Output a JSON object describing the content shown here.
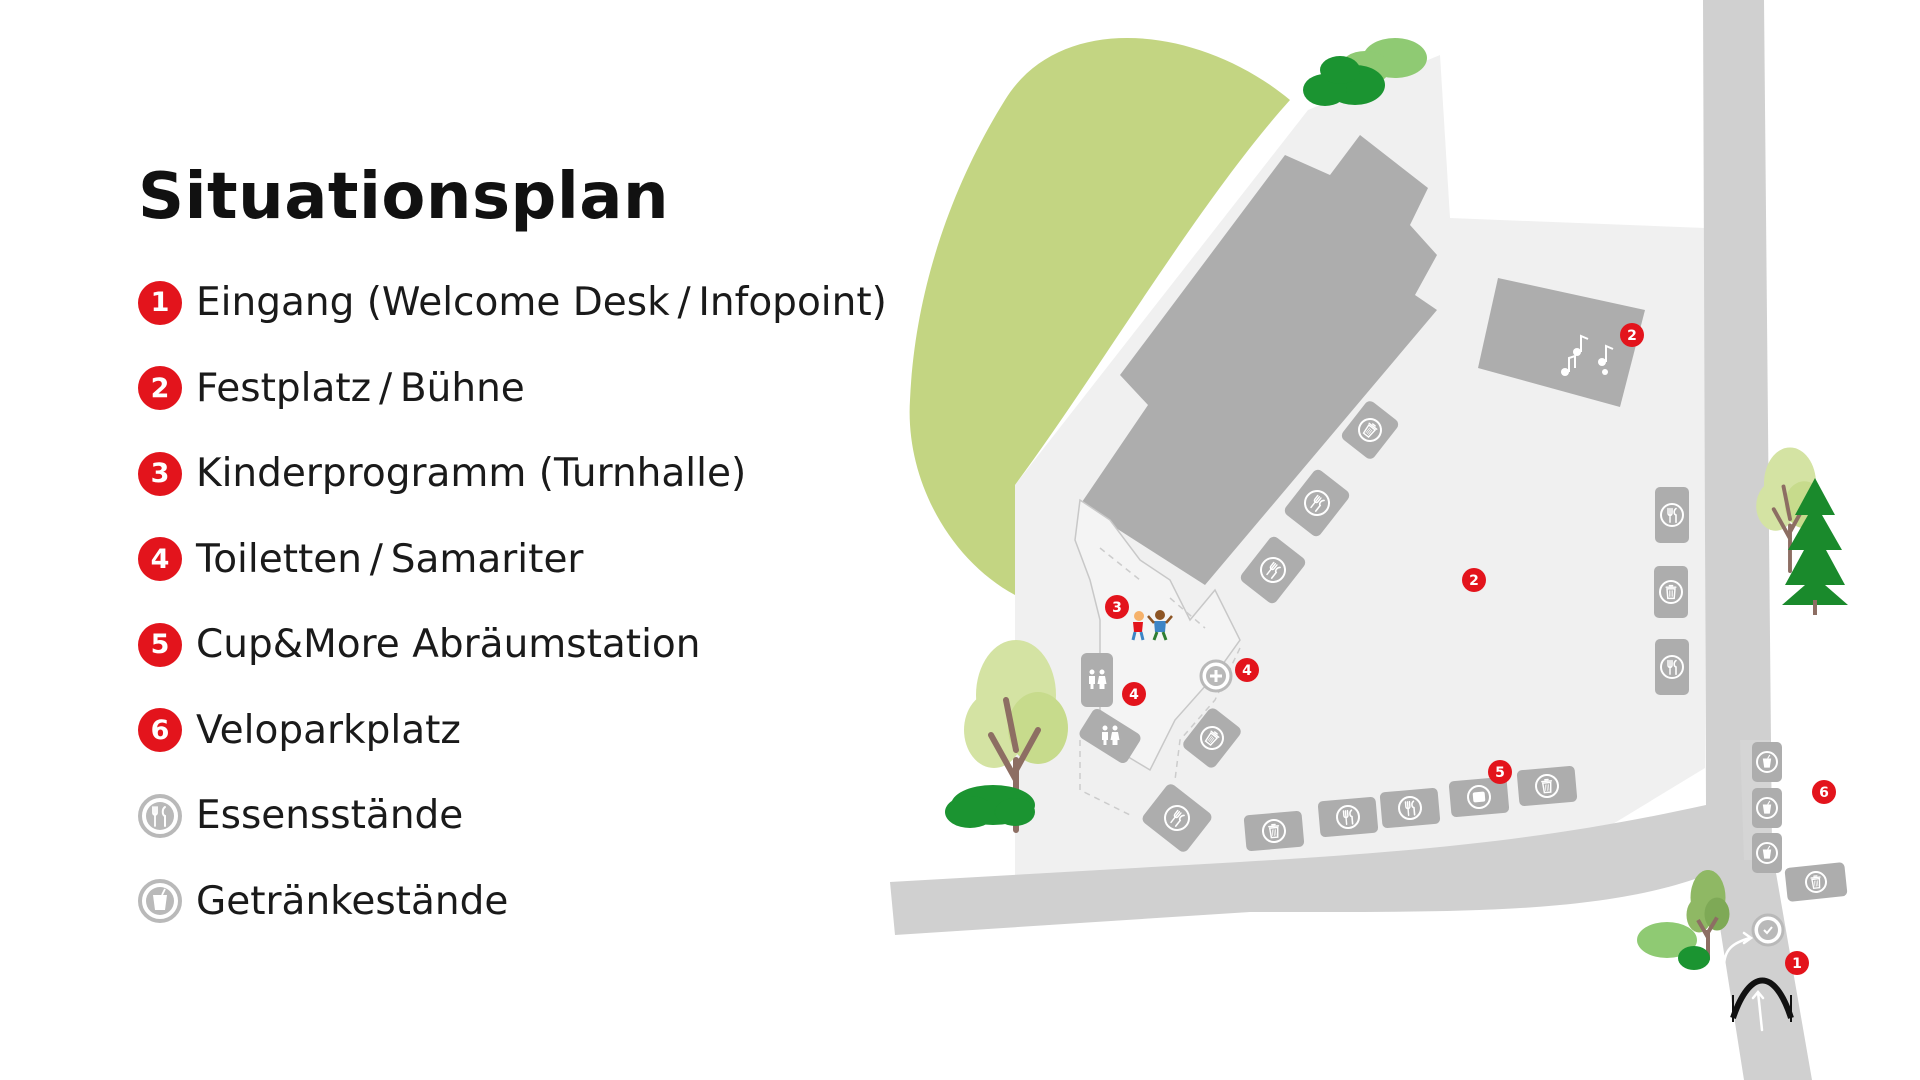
{
  "legend": {
    "title": "Situationsplan",
    "items": [
      {
        "marker": "1",
        "label": "Eingang (Welcome Desk / Infopoint)"
      },
      {
        "marker": "2",
        "label": "Festplatz / Bühne"
      },
      {
        "marker": "3",
        "label": "Kinderprogramm (Turnhalle)"
      },
      {
        "marker": "4",
        "label": "Toiletten / Samariter"
      },
      {
        "marker": "5",
        "label": "Cup&More Abräumstation"
      },
      {
        "marker": "6",
        "label": "Veloparkplatz"
      }
    ],
    "food_label": "Essensstände",
    "drink_label": "Getränkestände"
  },
  "map_markers": {
    "m1": "1",
    "m2a": "2",
    "m2b": "2",
    "m3": "3",
    "m4a": "4",
    "m4b": "4",
    "m5": "5",
    "m6": "6"
  },
  "colors": {
    "marker_red": "#e3141c",
    "building_gray": "#adadad",
    "ground_gray": "#f0f0f0",
    "road_gray": "#d0d0d0",
    "meadow_green": "#c3d582",
    "bush_green": "#1b9431",
    "tree_dark_green": "#1a8a2c"
  },
  "icons": {
    "food": "fork-knife-icon",
    "drink": "cup-icon",
    "waste": "trash-icon",
    "toilet": "toilet-people-icon",
    "first_aid": "cross-icon",
    "stage": "music-notes-icon",
    "kids": "children-icon",
    "entrance": "arch-gate-icon"
  }
}
